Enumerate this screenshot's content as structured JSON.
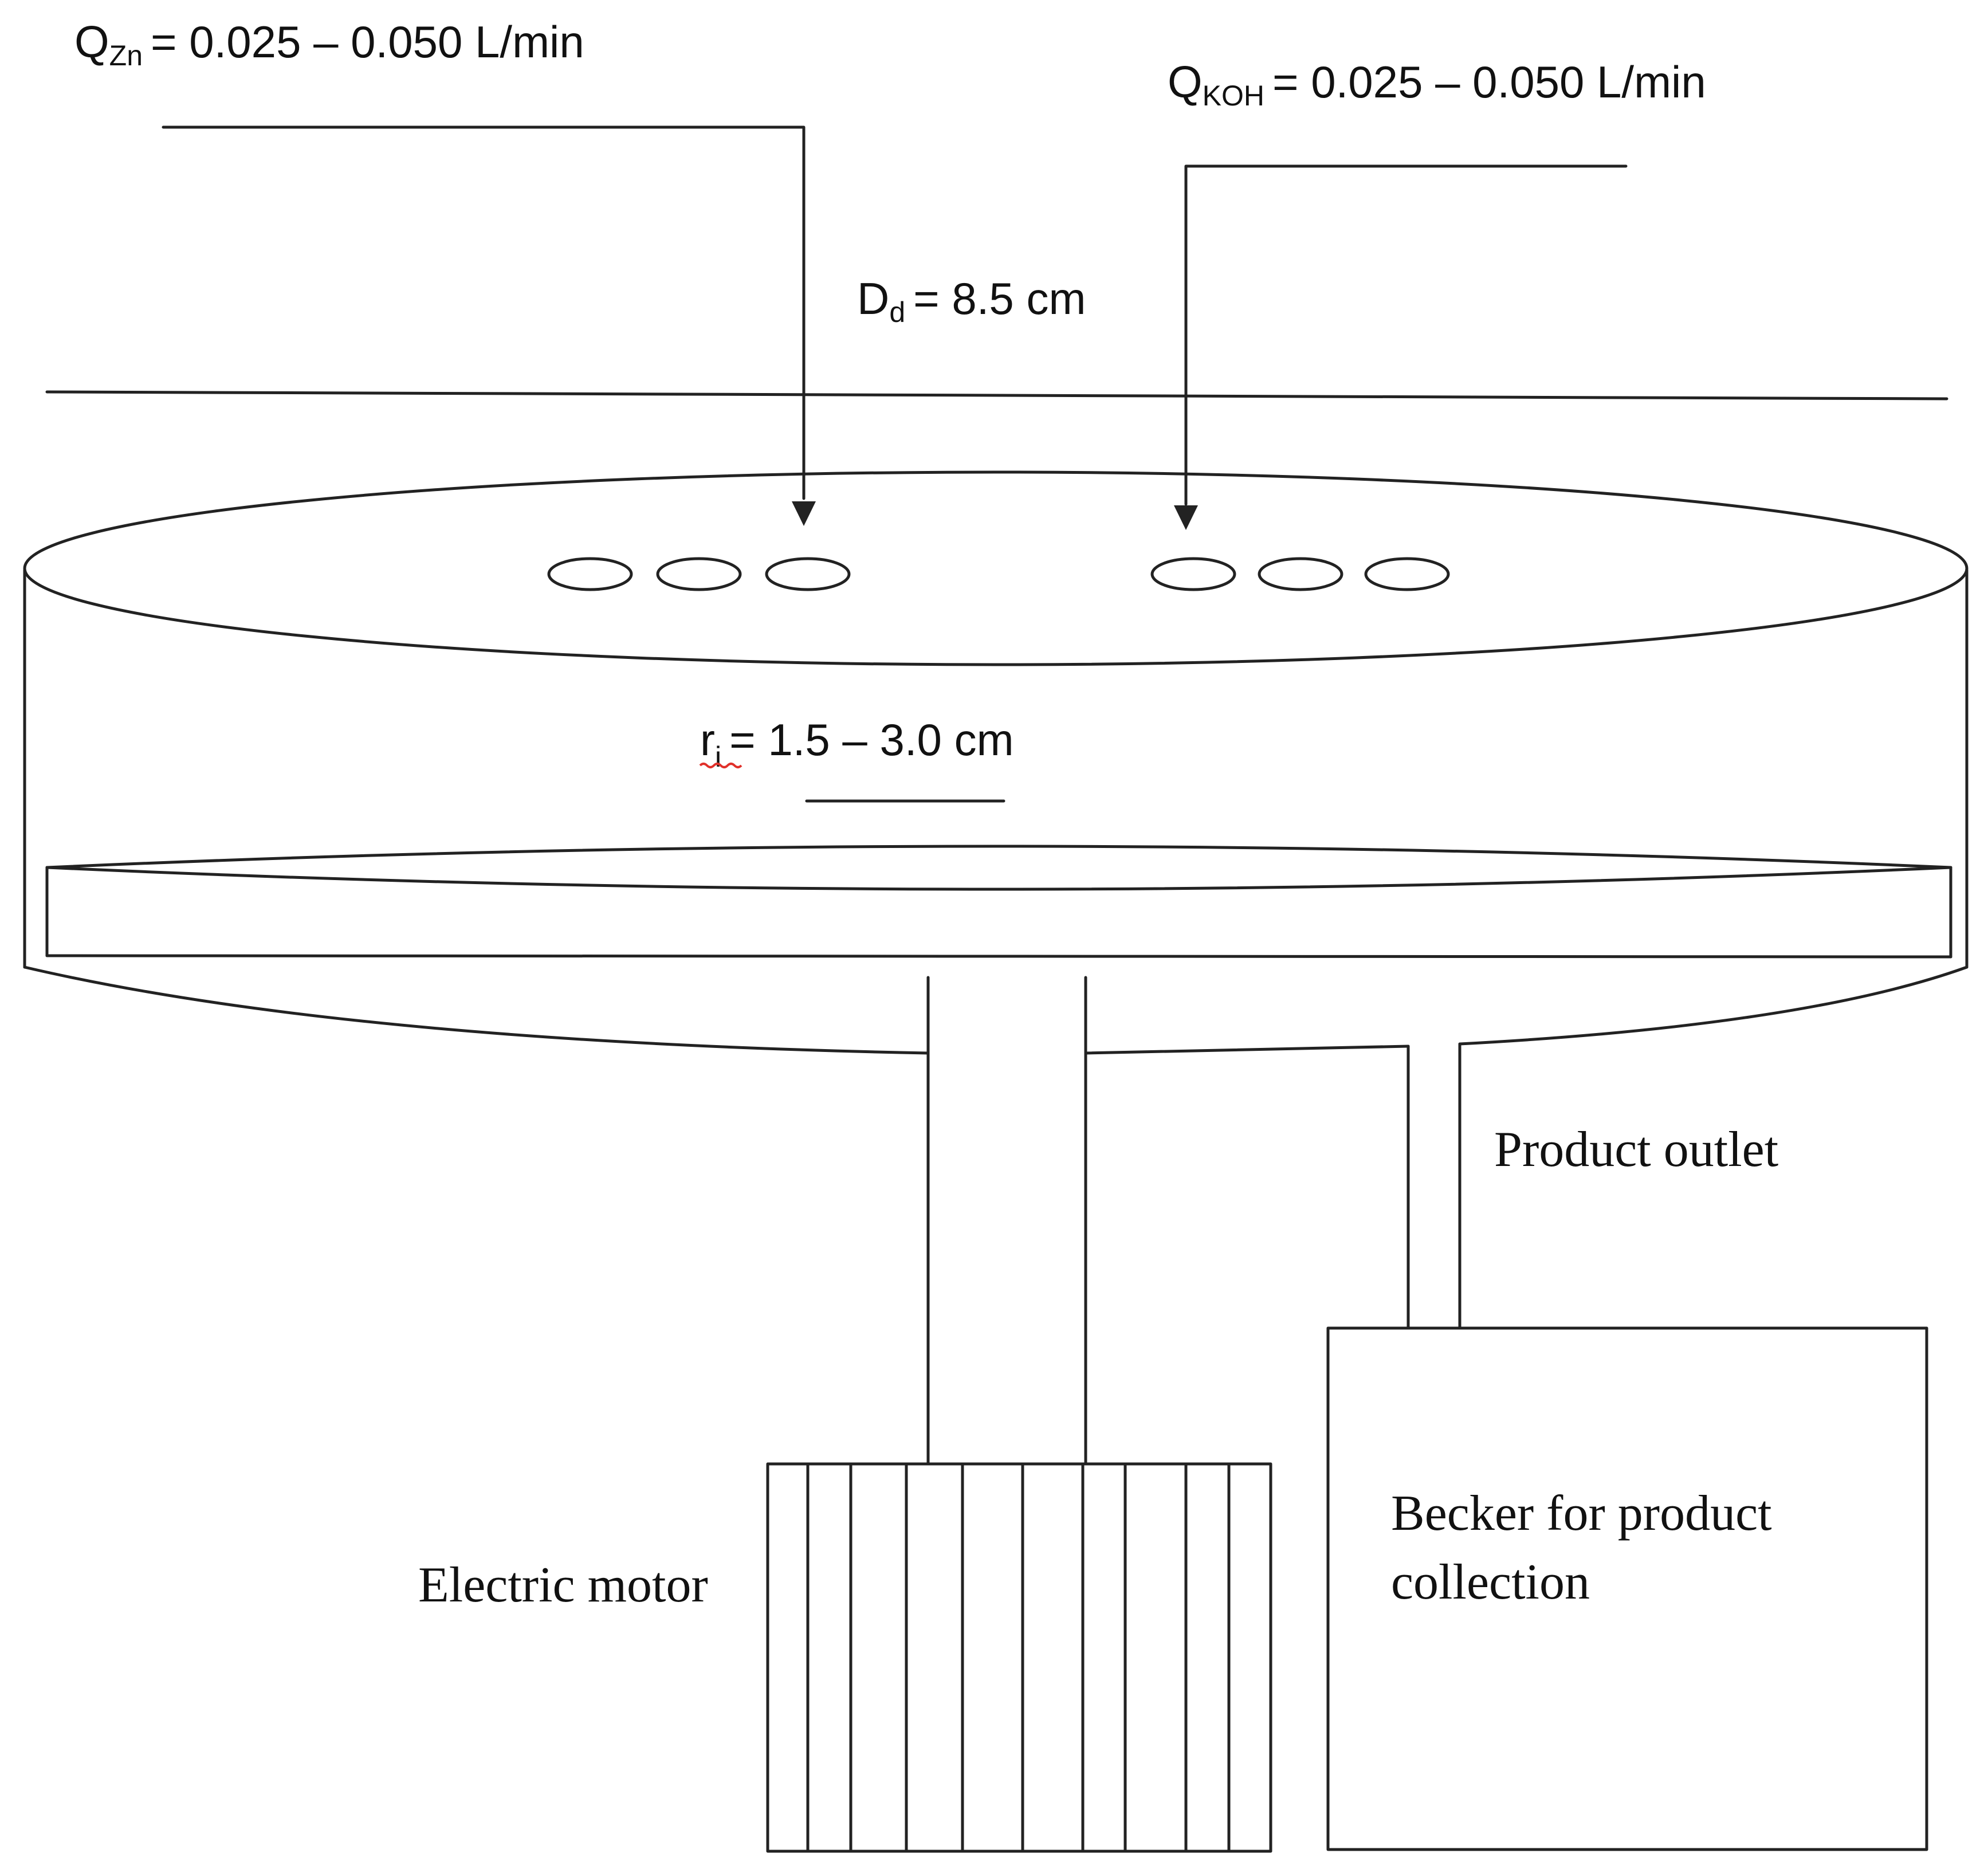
{
  "labels": {
    "q_zn": {
      "symbol": "Q",
      "subscript": "Zn",
      "value": "= 0.025  – 0.050 L/min"
    },
    "q_koh": {
      "symbol": "Q",
      "subscript": "KOH",
      "value": "= 0.025  – 0.050 L/min"
    },
    "d_d": {
      "symbol": "D",
      "subscript": "d",
      "value": "= 8.5 cm"
    },
    "r_i": {
      "symbol": "r",
      "subscript": "i",
      "value": "= 1.5  – 3.0 cm"
    },
    "product_outlet": "Product outlet",
    "electric_motor": "Electric motor",
    "becker_line1": "Becker for product",
    "becker_line2": "collection"
  },
  "colors": {
    "stroke": "#222222",
    "text": "#111111",
    "spellcheck_underline": "#e0302a"
  }
}
